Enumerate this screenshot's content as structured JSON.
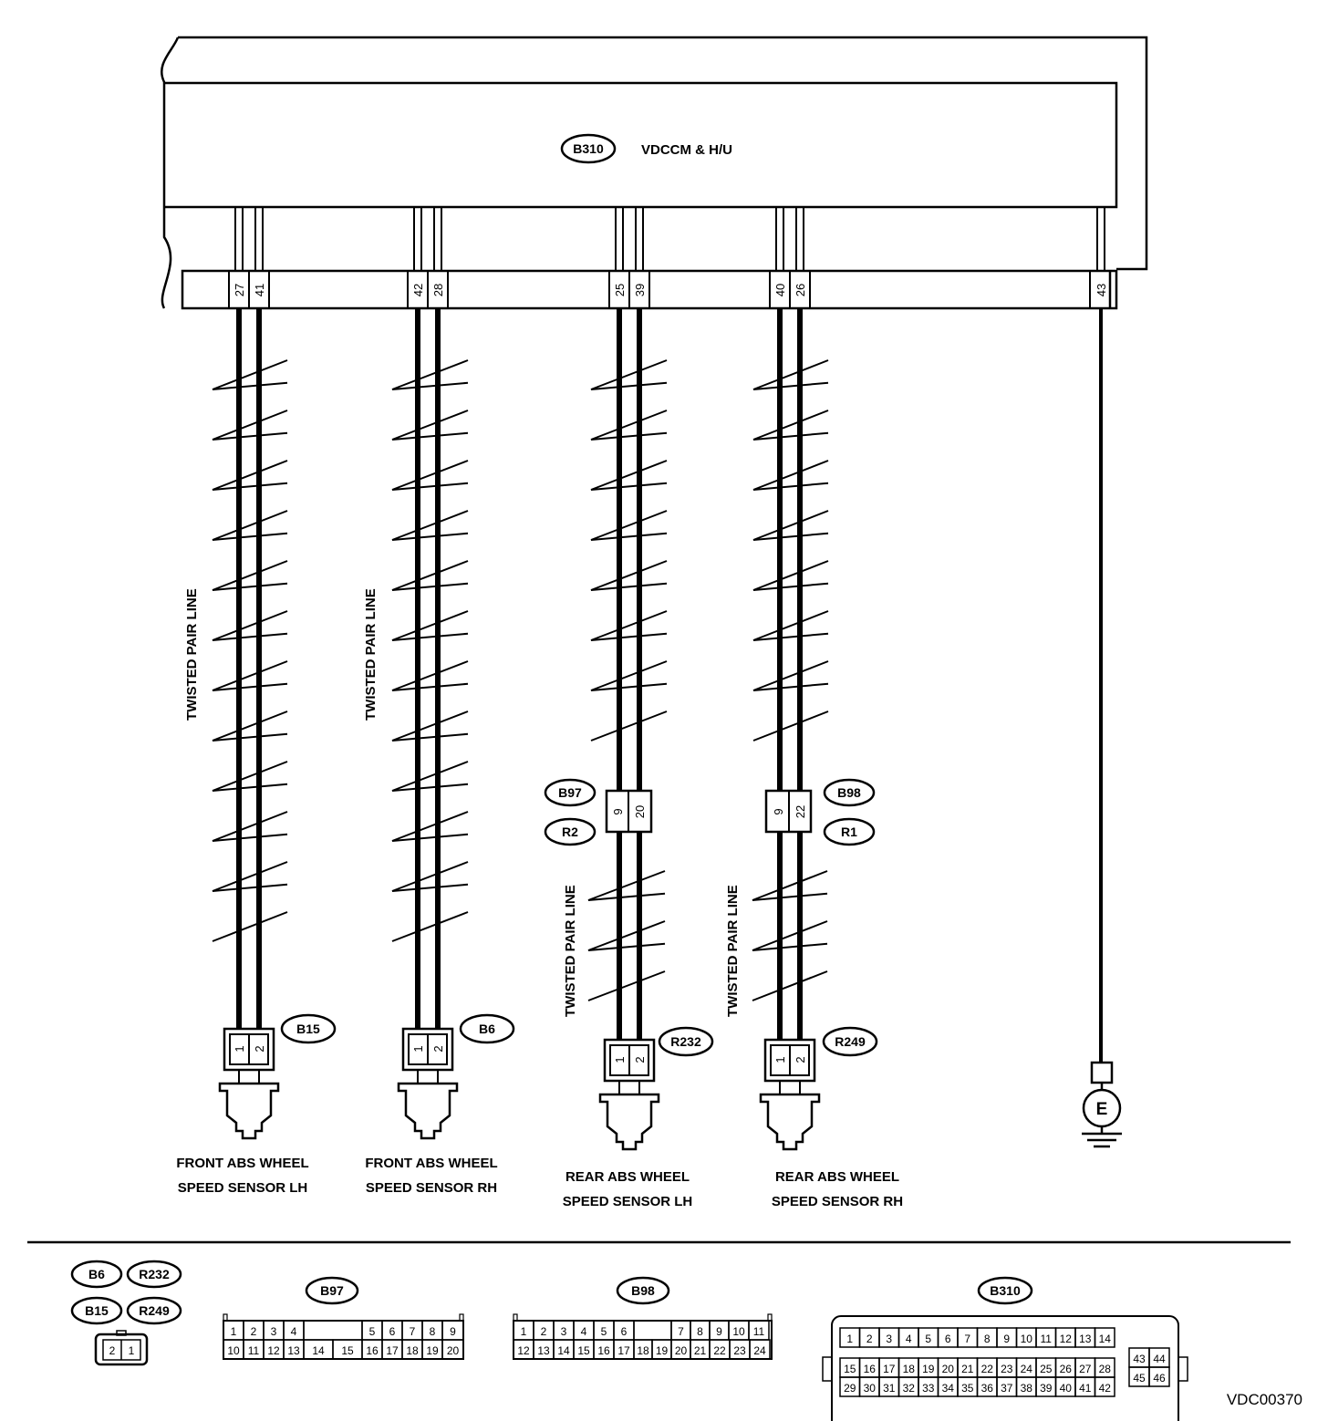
{
  "module": {
    "tag": "B310",
    "title": "VDCCM & H/U"
  },
  "header_pins": [
    "27",
    "41",
    "42",
    "28",
    "25",
    "39",
    "40",
    "26",
    "43"
  ],
  "twisted_label": "TWISTED PAIR LINE",
  "sensors": [
    {
      "tag": "B15",
      "pins": [
        "1",
        "2"
      ],
      "line1": "FRONT ABS WHEEL",
      "line2": "SPEED SENSOR  LH"
    },
    {
      "tag": "B6",
      "pins": [
        "1",
        "2"
      ],
      "line1": "FRONT ABS WHEEL",
      "line2": "SPEED SENSOR  RH"
    },
    {
      "tag": "R232",
      "pins": [
        "1",
        "2"
      ],
      "line1": "REAR ABS WHEEL",
      "line2": "SPEED SENSOR  LH"
    },
    {
      "tag": "R249",
      "pins": [
        "1",
        "2"
      ],
      "line1": "REAR ABS WHEEL",
      "line2": "SPEED SENSOR  RH"
    }
  ],
  "junctions": [
    {
      "tag_top": "B97",
      "tag_bottom": "R2",
      "pins": [
        "9",
        "20"
      ]
    },
    {
      "tag_top": "B98",
      "tag_bottom": "R1",
      "pins": [
        "9",
        "22"
      ]
    }
  ],
  "ground": {
    "label": "E"
  },
  "legend": {
    "small_tags": [
      "B6",
      "R232",
      "B15",
      "R249"
    ],
    "small_pins": [
      "2",
      "1"
    ],
    "b97": {
      "tag": "B97",
      "row1": [
        "1",
        "2",
        "3",
        "4",
        "",
        "5",
        "6",
        "7",
        "8",
        "9"
      ],
      "row2": [
        "10",
        "11",
        "12",
        "13",
        "14",
        "15",
        "16",
        "17",
        "18",
        "19",
        "20"
      ]
    },
    "b98": {
      "tag": "B98",
      "row1": [
        "1",
        "2",
        "3",
        "4",
        "5",
        "6",
        "",
        "7",
        "8",
        "9",
        "10",
        "11"
      ],
      "row2": [
        "12",
        "13",
        "14",
        "15",
        "16",
        "17",
        "18",
        "19",
        "20",
        "21",
        "22",
        "23",
        "24"
      ]
    },
    "b310": {
      "tag": "B310",
      "row1": [
        "1",
        "2",
        "3",
        "4",
        "5",
        "6",
        "7",
        "8",
        "9",
        "10",
        "11",
        "12",
        "13",
        "14"
      ],
      "row2": [
        "15",
        "16",
        "17",
        "18",
        "19",
        "20",
        "21",
        "22",
        "23",
        "24",
        "25",
        "26",
        "27",
        "28"
      ],
      "row3": [
        "29",
        "30",
        "31",
        "32",
        "33",
        "34",
        "35",
        "36",
        "37",
        "38",
        "39",
        "40",
        "41",
        "42"
      ],
      "side": [
        "43",
        "44",
        "45",
        "46"
      ]
    }
  },
  "code": "VDC00370"
}
